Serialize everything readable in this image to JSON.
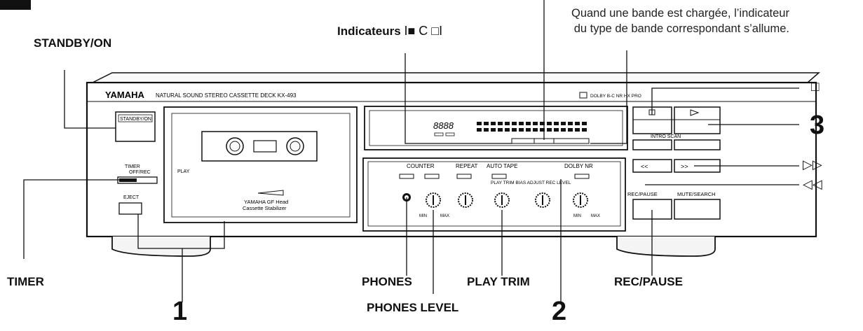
{
  "deck": {
    "brand": "YAMAHA",
    "model_line": "NATURAL SOUND  STEREO CASSETTE DECK  KX-493",
    "dolby_badge": "DOLBY B-C NR HX PRO",
    "standby_label": "STANDBY/ON",
    "timer_label": "TIMER",
    "timer_sub": "OFF/REC",
    "eject_label": "EJECT",
    "play_label": "PLAY",
    "head_label": "YAMAHA  GF Head",
    "stabilizer_label": "Cassette  Stabilizer",
    "display_digits": "8888",
    "counter_label": "COUNTER",
    "repeat_label": "REPEAT",
    "autotape_label": "AUTO TAPE",
    "dolby_nr_label": "DOLBY NR",
    "knob_labels": "PLAY TRIM  BIAS ADJUST  REC LEVEL",
    "intro_scan_label": "INTRO SCAN",
    "rec_pause_label": "REC/PAUSE",
    "mute_search_label": "MUTE/SEARCH",
    "min_label": "MIN",
    "max_label": "MAX"
  },
  "callouts": {
    "standby": "STANDBY/ON",
    "indicateurs_prefix": "Indicateurs",
    "indicateurs_symbols": "I■ C □I",
    "note_line1": "Quand une bande est chargée, l’indicateur",
    "note_line2": "du type de bande correspondant s’allume.",
    "stop_symbol": "□",
    "ff_symbol": "▷▷",
    "rew_symbol": "◁◁",
    "timer": "TIMER",
    "phones": "PHONES",
    "phones_level": "PHONES LEVEL",
    "play_trim": "PLAY TRIM",
    "rec_pause": "REC/PAUSE",
    "num1": "1",
    "num2": "2",
    "num3": "3"
  }
}
